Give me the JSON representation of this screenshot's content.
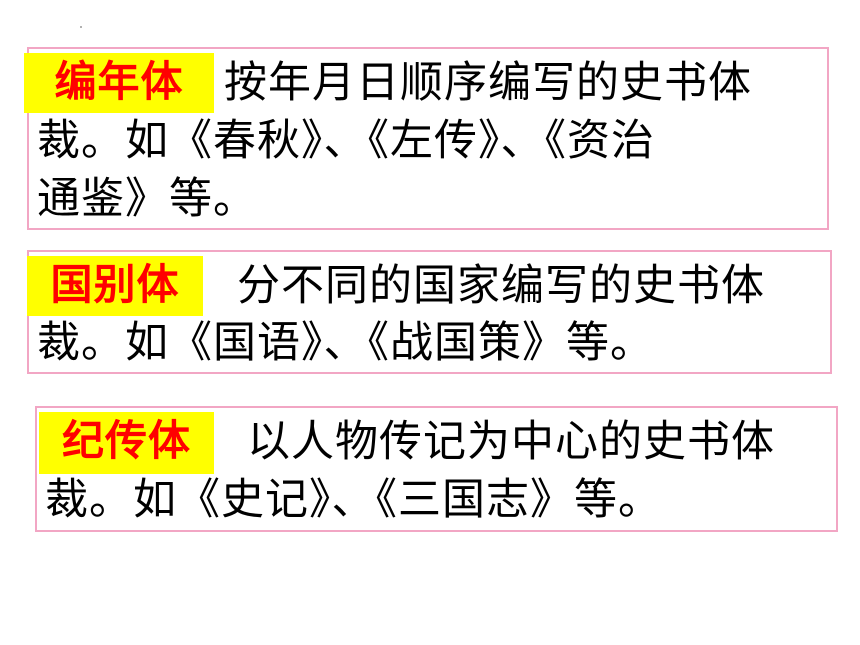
{
  "entries": [
    {
      "term": "编年体",
      "line1": "按年月日顺序编写的史书体",
      "line2": "裁。如《春秋》、《左传》、《资治",
      "line3": "通鉴》等。"
    },
    {
      "term": "国别体",
      "line1": "分不同的国家编写的史书体",
      "line2": "裁。如《国语》、《战国策》等。"
    },
    {
      "term": "纪传体",
      "line1": "以人物传记为中心的史书体",
      "line2": "裁。如《史记》、《三国志》等。"
    }
  ],
  "colors": {
    "term_text": "#ff0000",
    "term_highlight": "#ffff00",
    "card_border": "#f2a6c4",
    "body_text": "#000000"
  }
}
